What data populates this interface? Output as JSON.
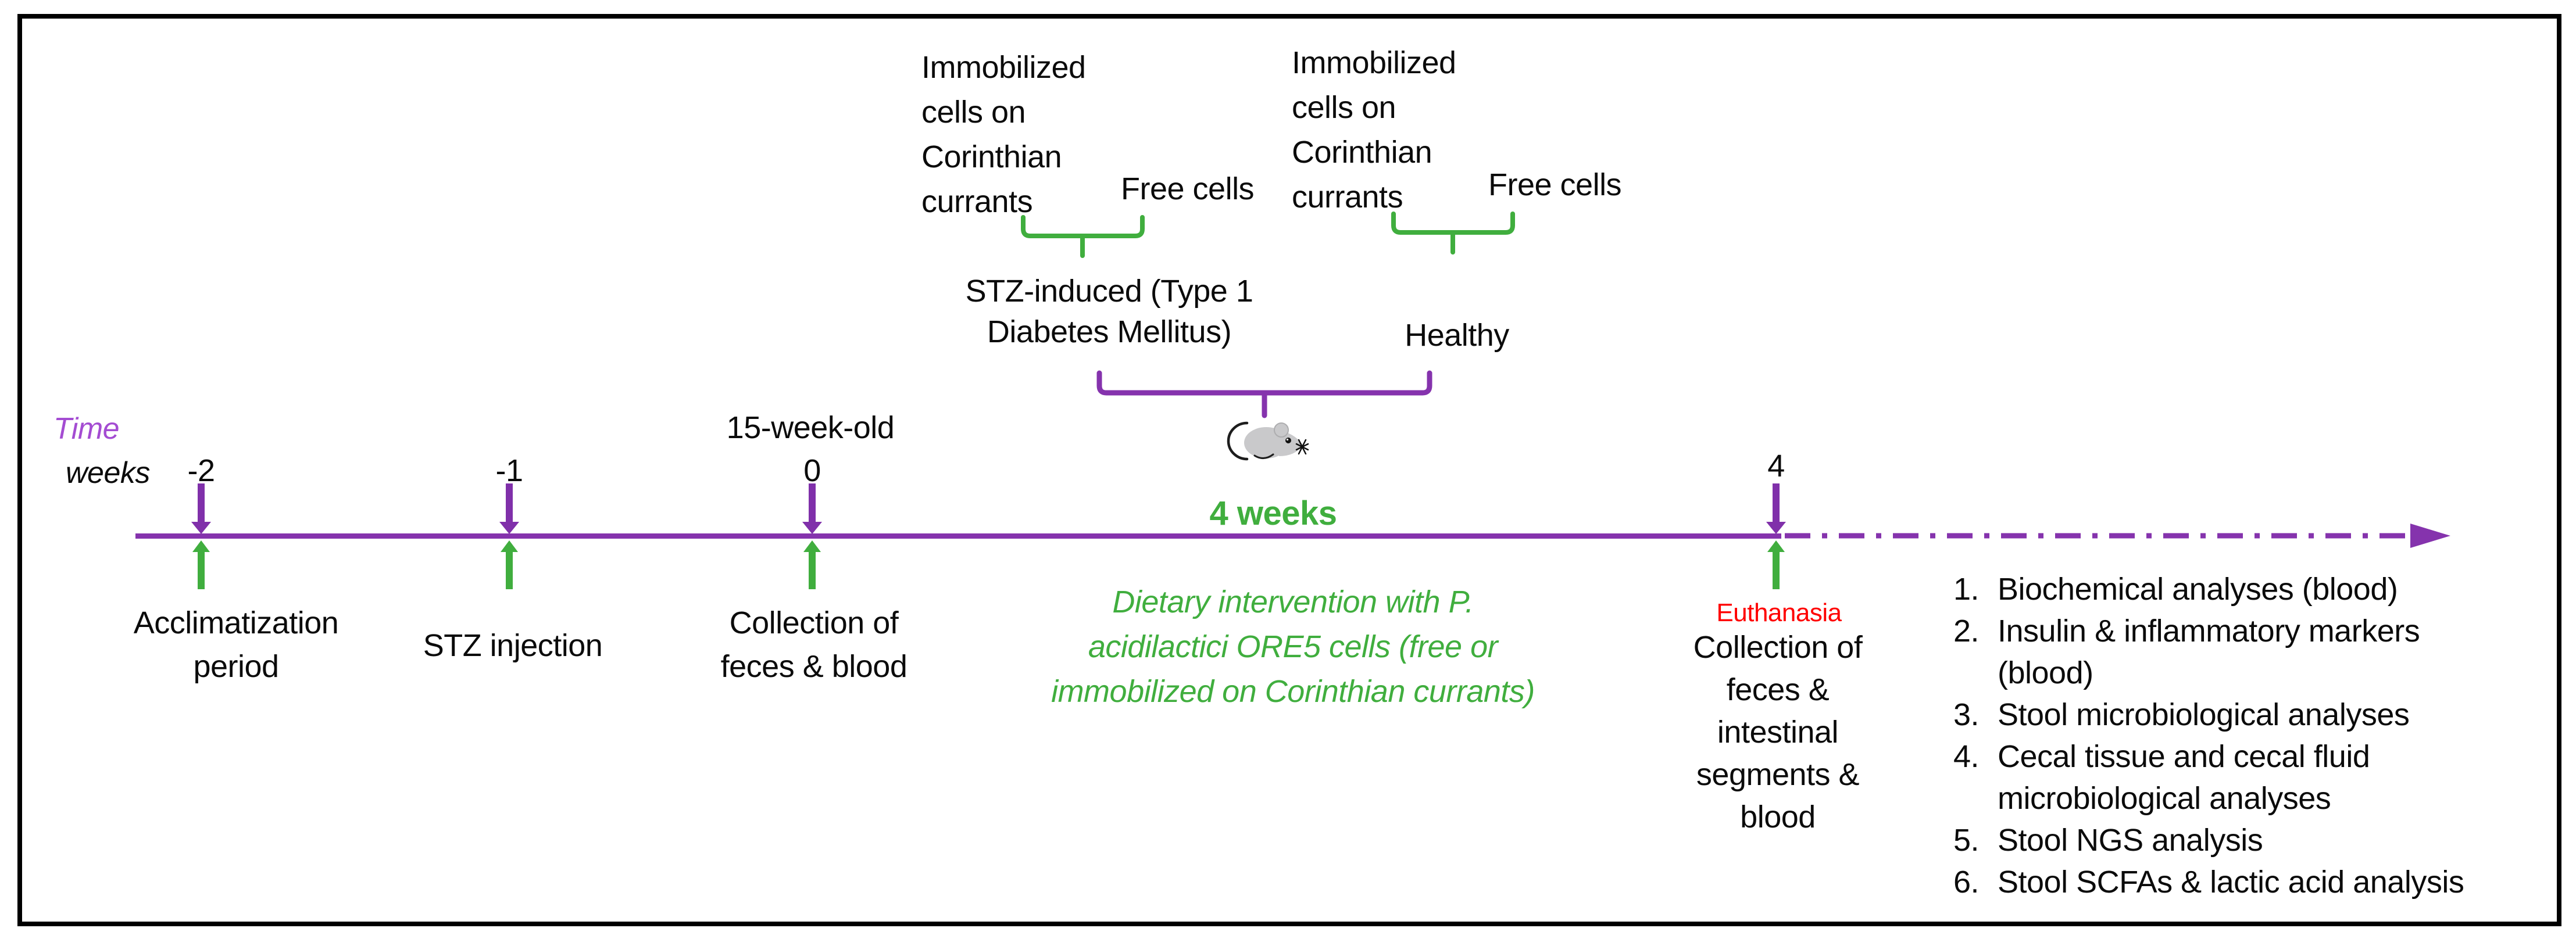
{
  "figure": {
    "type": "experimental-timeline",
    "colors": {
      "purple": "#8533AD",
      "purple_text": "#A44CD2",
      "green": "#40AE3E",
      "red": "#FF0000",
      "ink": "#0B0B0B",
      "mouse_gray": "#C9C9CB",
      "frame": "#000000"
    },
    "groups": {
      "diabetic": {
        "immobilized_lines": [
          "Immobilized",
          "cells on",
          "Corinthian",
          "currants"
        ],
        "free_label": "Free cells",
        "condition_lines": [
          "STZ-induced (Type 1",
          "Diabetes Mellitus)"
        ]
      },
      "healthy": {
        "immobilized_lines": [
          "Immobilized",
          "cells on",
          "Corinthian",
          "currants"
        ],
        "free_label": "Free cells",
        "condition_label": "Healthy"
      }
    },
    "mouse_icon": "gray-mouse",
    "timeline": {
      "time_label": "Time",
      "weeks_label": "weeks",
      "tick_minus2": "-2",
      "tick_minus1": "-1",
      "tick_zero": "0",
      "tick_four": "4",
      "age_note": "15-week-old",
      "event_minus2_lines": [
        "Acclimatization",
        "period"
      ],
      "event_minus1": "STZ injection",
      "event_zero_lines": [
        "Collection of",
        "feces & blood"
      ],
      "euthanasia_label": "Euthanasia",
      "event_four_lines": [
        "Collection of",
        "feces &",
        "intestinal",
        "segments &",
        "blood"
      ],
      "duration_label": "4 weeks",
      "intervention_lines": [
        "Dietary intervention with P.",
        "acidilactici ORE5 cells (free or",
        "immobilized on Corinthian currants)"
      ]
    },
    "analyses": {
      "items": [
        {
          "num": "1.",
          "lines": [
            "Biochemical analyses (blood)"
          ]
        },
        {
          "num": "2.",
          "lines": [
            "Insulin & inflammatory markers",
            "(blood)"
          ]
        },
        {
          "num": "3.",
          "lines": [
            "Stool microbiological analyses"
          ]
        },
        {
          "num": "4.",
          "lines": [
            "Cecal tissue and cecal fluid",
            "microbiological analyses"
          ]
        },
        {
          "num": "5.",
          "lines": [
            "Stool NGS analysis"
          ]
        },
        {
          "num": "6.",
          "lines": [
            "Stool SCFAs & lactic acid analysis"
          ]
        }
      ]
    }
  }
}
